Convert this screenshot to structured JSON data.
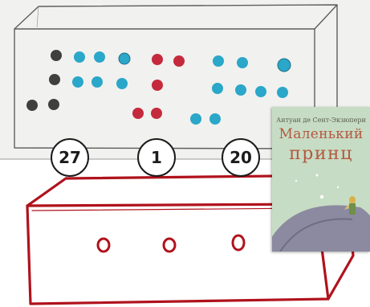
{
  "labels": [
    "27",
    "1",
    "20"
  ],
  "book": {
    "author": "Антуан де Сент-Экзюпери",
    "title_line1": "Маленький",
    "title_line2": "принц"
  },
  "colors": {
    "dot_dark": "#3f3f3f",
    "dot_blue": "#2aa7c9",
    "dot_red": "#c42a3c",
    "box_outline_red": "#b0121c",
    "pencil": "#5e5e5e"
  }
}
